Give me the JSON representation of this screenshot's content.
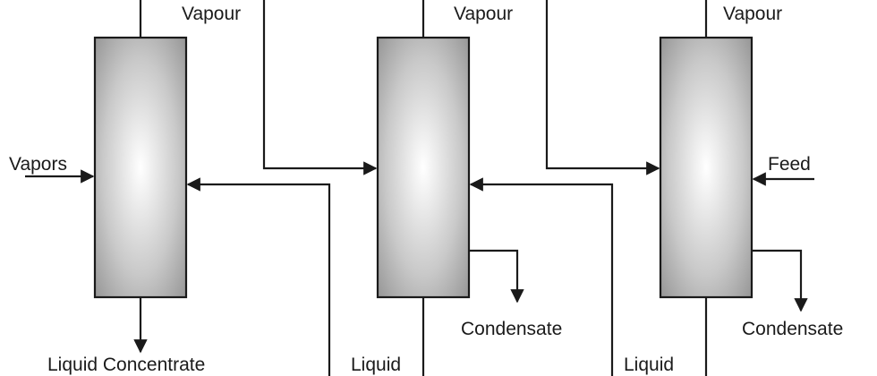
{
  "labels": {
    "vapour_1": "Vapour",
    "vapour_2": "Vapour",
    "vapour_3": "Vapour",
    "vapors_in": "Vapors",
    "feed": "Feed",
    "condensate_2": "Condensate",
    "condensate_3": "Condensate",
    "liquid_concentrate": "Liquid Concentrate",
    "liquid_2": "Liquid",
    "liquid_3": "Liquid"
  },
  "colors": {
    "line": "#1a1a1a",
    "vessel_light": "#ffffff",
    "vessel_dark": "#8e8e8e"
  }
}
